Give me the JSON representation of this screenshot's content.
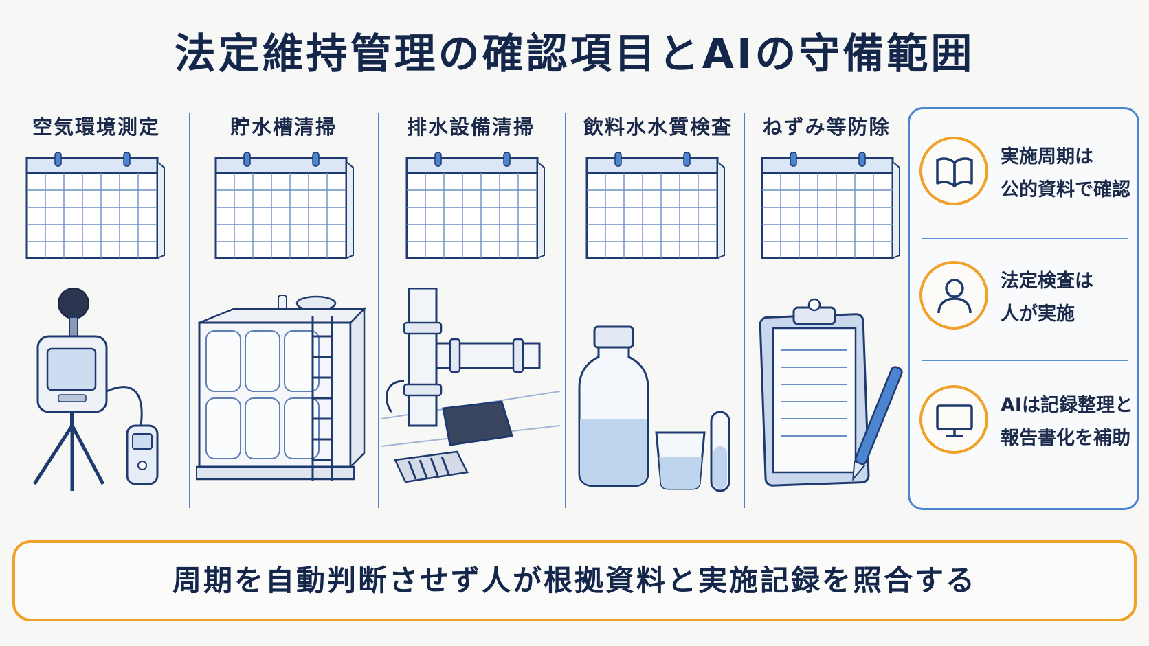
{
  "title": "法定維持管理の確認項目とAIの守備範囲",
  "items": [
    {
      "label": "空気環境測定",
      "icon": "sound-level-meter-tripod-icon"
    },
    {
      "label": "貯水槽清掃",
      "icon": "water-tank-ladder-icon"
    },
    {
      "label": "排水設備清掃",
      "icon": "drain-pipe-grate-icon"
    },
    {
      "label": "飲料水水質検査",
      "icon": "water-sample-bottles-icon"
    },
    {
      "label": "ねずみ等防除",
      "icon": "clipboard-pen-icon"
    }
  ],
  "ai_scope": [
    {
      "icon": "open-book-icon",
      "line1": "実施周期は",
      "line2": "公的資料で確認"
    },
    {
      "icon": "person-icon",
      "line1": "法定検査は",
      "line2": "人が実施"
    },
    {
      "icon": "monitor-icon",
      "line1": "AIは記録整理と",
      "line2": "報告書化を補助"
    }
  ],
  "bottom_message": "周期を自動判断させず人が根拠資料と実施記録を照合する",
  "colors": {
    "navy": "#14264a",
    "blue_line": "#4d84cf",
    "orange": "#f0a12a"
  }
}
